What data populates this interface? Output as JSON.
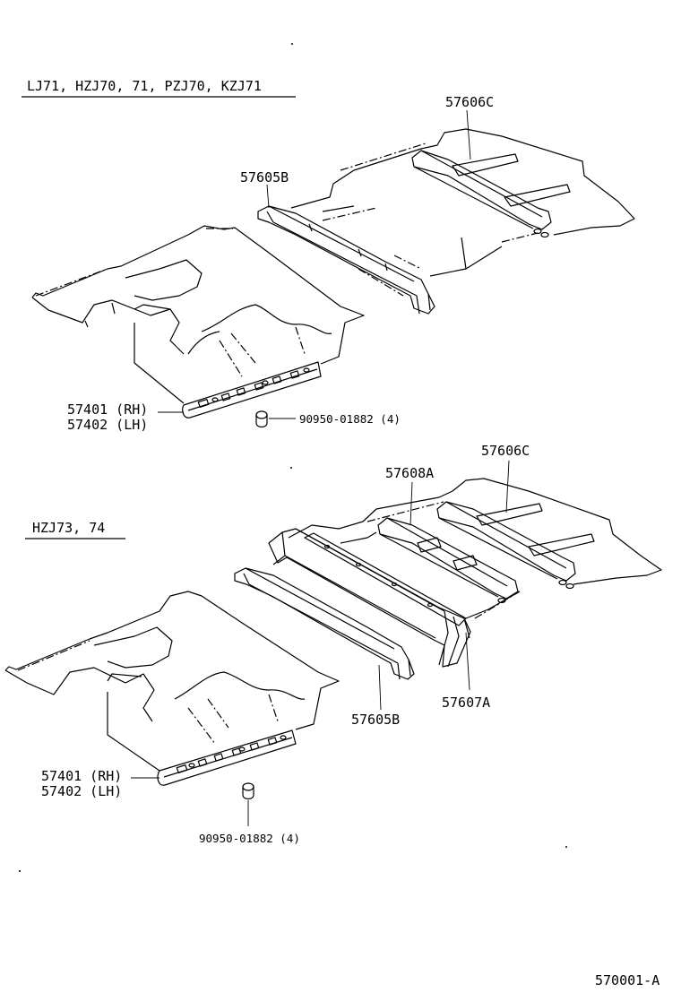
{
  "sections": {
    "top": {
      "header": "LJ71, HZJ70, 71, PZJ70, KZJ71"
    },
    "bottom": {
      "header": "HZJ73, 74"
    }
  },
  "callouts": {
    "top_rear_crossmember": "57606C",
    "top_center_crossmember": "57605B",
    "top_side_rh": "57401 (RH)",
    "top_side_lh": "57402 (LH)",
    "top_plug": "90950-01882 (4)",
    "bot_rear_crossmember": "57606C",
    "bot_crossmember_a": "57608A",
    "bot_side_rh": "57401 (RH)",
    "bot_side_lh": "57402 (LH)",
    "bot_center_crossmember": "57605B",
    "bot_crossmember_b": "57607A",
    "bot_plug": "90950-01882 (4)"
  },
  "figure_id": "570001-A"
}
